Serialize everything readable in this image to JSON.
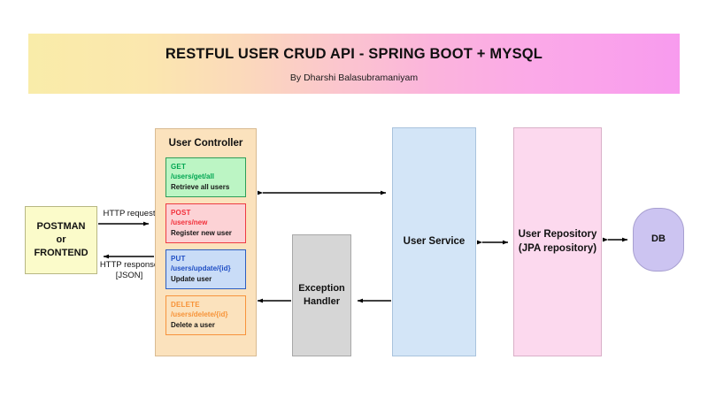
{
  "header": {
    "title": "RESTFUL USER CRUD API - SPRING BOOT + MYSQL",
    "subtitle": "By Dharshi Balasubramaniyam",
    "gradient_start": "#f9eca9",
    "gradient_end": "#f89bee"
  },
  "nodes": {
    "client": {
      "line1": "POSTMAN",
      "line2": "or",
      "line3": "FRONTEND",
      "color": "#fbfbca"
    },
    "controller": {
      "title": "User Controller",
      "color": "#fbe2bd",
      "endpoints": [
        {
          "method": "GET",
          "path": "/users/get/all",
          "desc": "Retrieve all users",
          "accent": "#00a651",
          "fill": "#bcf5c4",
          "border": "#2e9e57"
        },
        {
          "method": "POST",
          "path": "/users/new",
          "desc": "Register new user",
          "accent": "#f2303a",
          "fill": "#fcd2d5",
          "border": "#ee3b43"
        },
        {
          "method": "PUT",
          "path": "/users/update/{id}",
          "desc": "Update user",
          "accent": "#1f4ec4",
          "fill": "#c9dcf7",
          "border": "#2e5ec0"
        },
        {
          "method": "DELETE",
          "path": "/users/delete/{id}",
          "desc": "Delete a user",
          "accent": "#f79338",
          "fill": "transparent",
          "border": "#f7933c"
        }
      ]
    },
    "exception_handler": {
      "line1": "Exception",
      "line2": "Handler",
      "color": "#d6d6d6"
    },
    "service": {
      "label": "User Service",
      "color": "#d3e5f7"
    },
    "repository": {
      "line1": "User Repository",
      "line2": "(JPA repository)",
      "color": "#fcd9ee"
    },
    "database": {
      "label": "DB",
      "color": "#ccc4f1"
    }
  },
  "edges": {
    "http_request": "HTTP request",
    "http_response_line1": "HTTP response",
    "http_response_line2": "[JSON]"
  }
}
